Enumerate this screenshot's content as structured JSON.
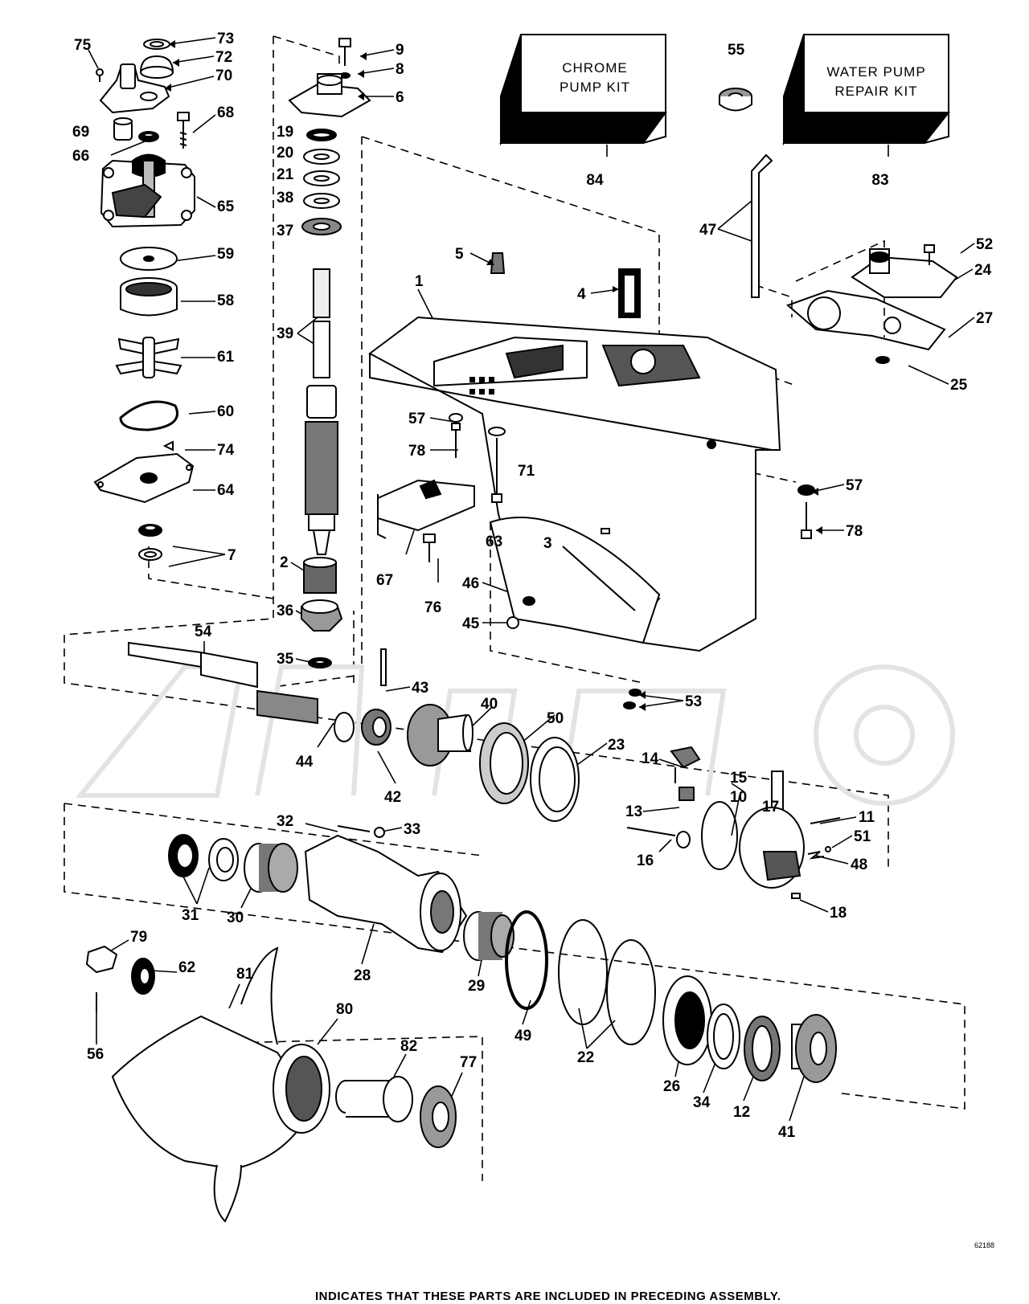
{
  "kits": {
    "chrome": {
      "line1": "CHROME",
      "line2": "PUMP KIT",
      "number": "84"
    },
    "water": {
      "line1": "WATER PUMP",
      "line2": "REPAIR KIT",
      "number": "83"
    }
  },
  "callouts": [
    {
      "id": "c75",
      "text": "75"
    },
    {
      "id": "c73",
      "text": "73"
    },
    {
      "id": "c72",
      "text": "72"
    },
    {
      "id": "c70",
      "text": "70"
    },
    {
      "id": "c69",
      "text": "69"
    },
    {
      "id": "c68",
      "text": "68"
    },
    {
      "id": "c66",
      "text": "66"
    },
    {
      "id": "c65",
      "text": "65"
    },
    {
      "id": "c59",
      "text": "59"
    },
    {
      "id": "c58",
      "text": "58"
    },
    {
      "id": "c61",
      "text": "61"
    },
    {
      "id": "c60",
      "text": "60"
    },
    {
      "id": "c74",
      "text": "74"
    },
    {
      "id": "c64",
      "text": "64"
    },
    {
      "id": "c7",
      "text": "7"
    },
    {
      "id": "c9",
      "text": "9"
    },
    {
      "id": "c8",
      "text": "8"
    },
    {
      "id": "c6",
      "text": "6"
    },
    {
      "id": "c19",
      "text": "19"
    },
    {
      "id": "c20",
      "text": "20"
    },
    {
      "id": "c21",
      "text": "21"
    },
    {
      "id": "c38",
      "text": "38"
    },
    {
      "id": "c37",
      "text": "37"
    },
    {
      "id": "c39",
      "text": "39"
    },
    {
      "id": "c2",
      "text": "2"
    },
    {
      "id": "c36",
      "text": "36"
    },
    {
      "id": "c35",
      "text": "35"
    },
    {
      "id": "c55",
      "text": "55"
    },
    {
      "id": "c5",
      "text": "5"
    },
    {
      "id": "c1",
      "text": "1"
    },
    {
      "id": "c4",
      "text": "4"
    },
    {
      "id": "c47",
      "text": "47"
    },
    {
      "id": "c52",
      "text": "52"
    },
    {
      "id": "c24",
      "text": "24"
    },
    {
      "id": "c27",
      "text": "27"
    },
    {
      "id": "c25",
      "text": "25"
    },
    {
      "id": "c57a",
      "text": "57"
    },
    {
      "id": "c78a",
      "text": "78"
    },
    {
      "id": "c71",
      "text": "71"
    },
    {
      "id": "c57b",
      "text": "57"
    },
    {
      "id": "c78b",
      "text": "78"
    },
    {
      "id": "c63",
      "text": "63"
    },
    {
      "id": "c3",
      "text": "3"
    },
    {
      "id": "c67",
      "text": "67"
    },
    {
      "id": "c76",
      "text": "76"
    },
    {
      "id": "c46",
      "text": "46"
    },
    {
      "id": "c45",
      "text": "45"
    },
    {
      "id": "c53",
      "text": "53"
    },
    {
      "id": "c54",
      "text": "54"
    },
    {
      "id": "c43",
      "text": "43"
    },
    {
      "id": "c40",
      "text": "40"
    },
    {
      "id": "c50",
      "text": "50"
    },
    {
      "id": "c23",
      "text": "23"
    },
    {
      "id": "c44",
      "text": "44"
    },
    {
      "id": "c42",
      "text": "42"
    },
    {
      "id": "c14",
      "text": "14"
    },
    {
      "id": "c15",
      "text": "15"
    },
    {
      "id": "c10",
      "text": "10"
    },
    {
      "id": "c17",
      "text": "17"
    },
    {
      "id": "c11",
      "text": "11"
    },
    {
      "id": "c13",
      "text": "13"
    },
    {
      "id": "c51",
      "text": "51"
    },
    {
      "id": "c48",
      "text": "48"
    },
    {
      "id": "c16",
      "text": "16"
    },
    {
      "id": "c18",
      "text": "18"
    },
    {
      "id": "c32",
      "text": "32"
    },
    {
      "id": "c33",
      "text": "33"
    },
    {
      "id": "c31",
      "text": "31"
    },
    {
      "id": "c30",
      "text": "30"
    },
    {
      "id": "c28",
      "text": "28"
    },
    {
      "id": "c29",
      "text": "29"
    },
    {
      "id": "c49",
      "text": "49"
    },
    {
      "id": "c22",
      "text": "22"
    },
    {
      "id": "c26",
      "text": "26"
    },
    {
      "id": "c34",
      "text": "34"
    },
    {
      "id": "c12",
      "text": "12"
    },
    {
      "id": "c41",
      "text": "41"
    },
    {
      "id": "c79",
      "text": "79"
    },
    {
      "id": "c62",
      "text": "62"
    },
    {
      "id": "c81",
      "text": "81"
    },
    {
      "id": "c80",
      "text": "80"
    },
    {
      "id": "c82",
      "text": "82"
    },
    {
      "id": "c77",
      "text": "77"
    },
    {
      "id": "c56",
      "text": "56"
    }
  ],
  "footer": {
    "note": "INDICATES THAT THESE PARTS ARE INCLUDED IN PRECEDING ASSEMBLY."
  },
  "diagram_code": "62188"
}
